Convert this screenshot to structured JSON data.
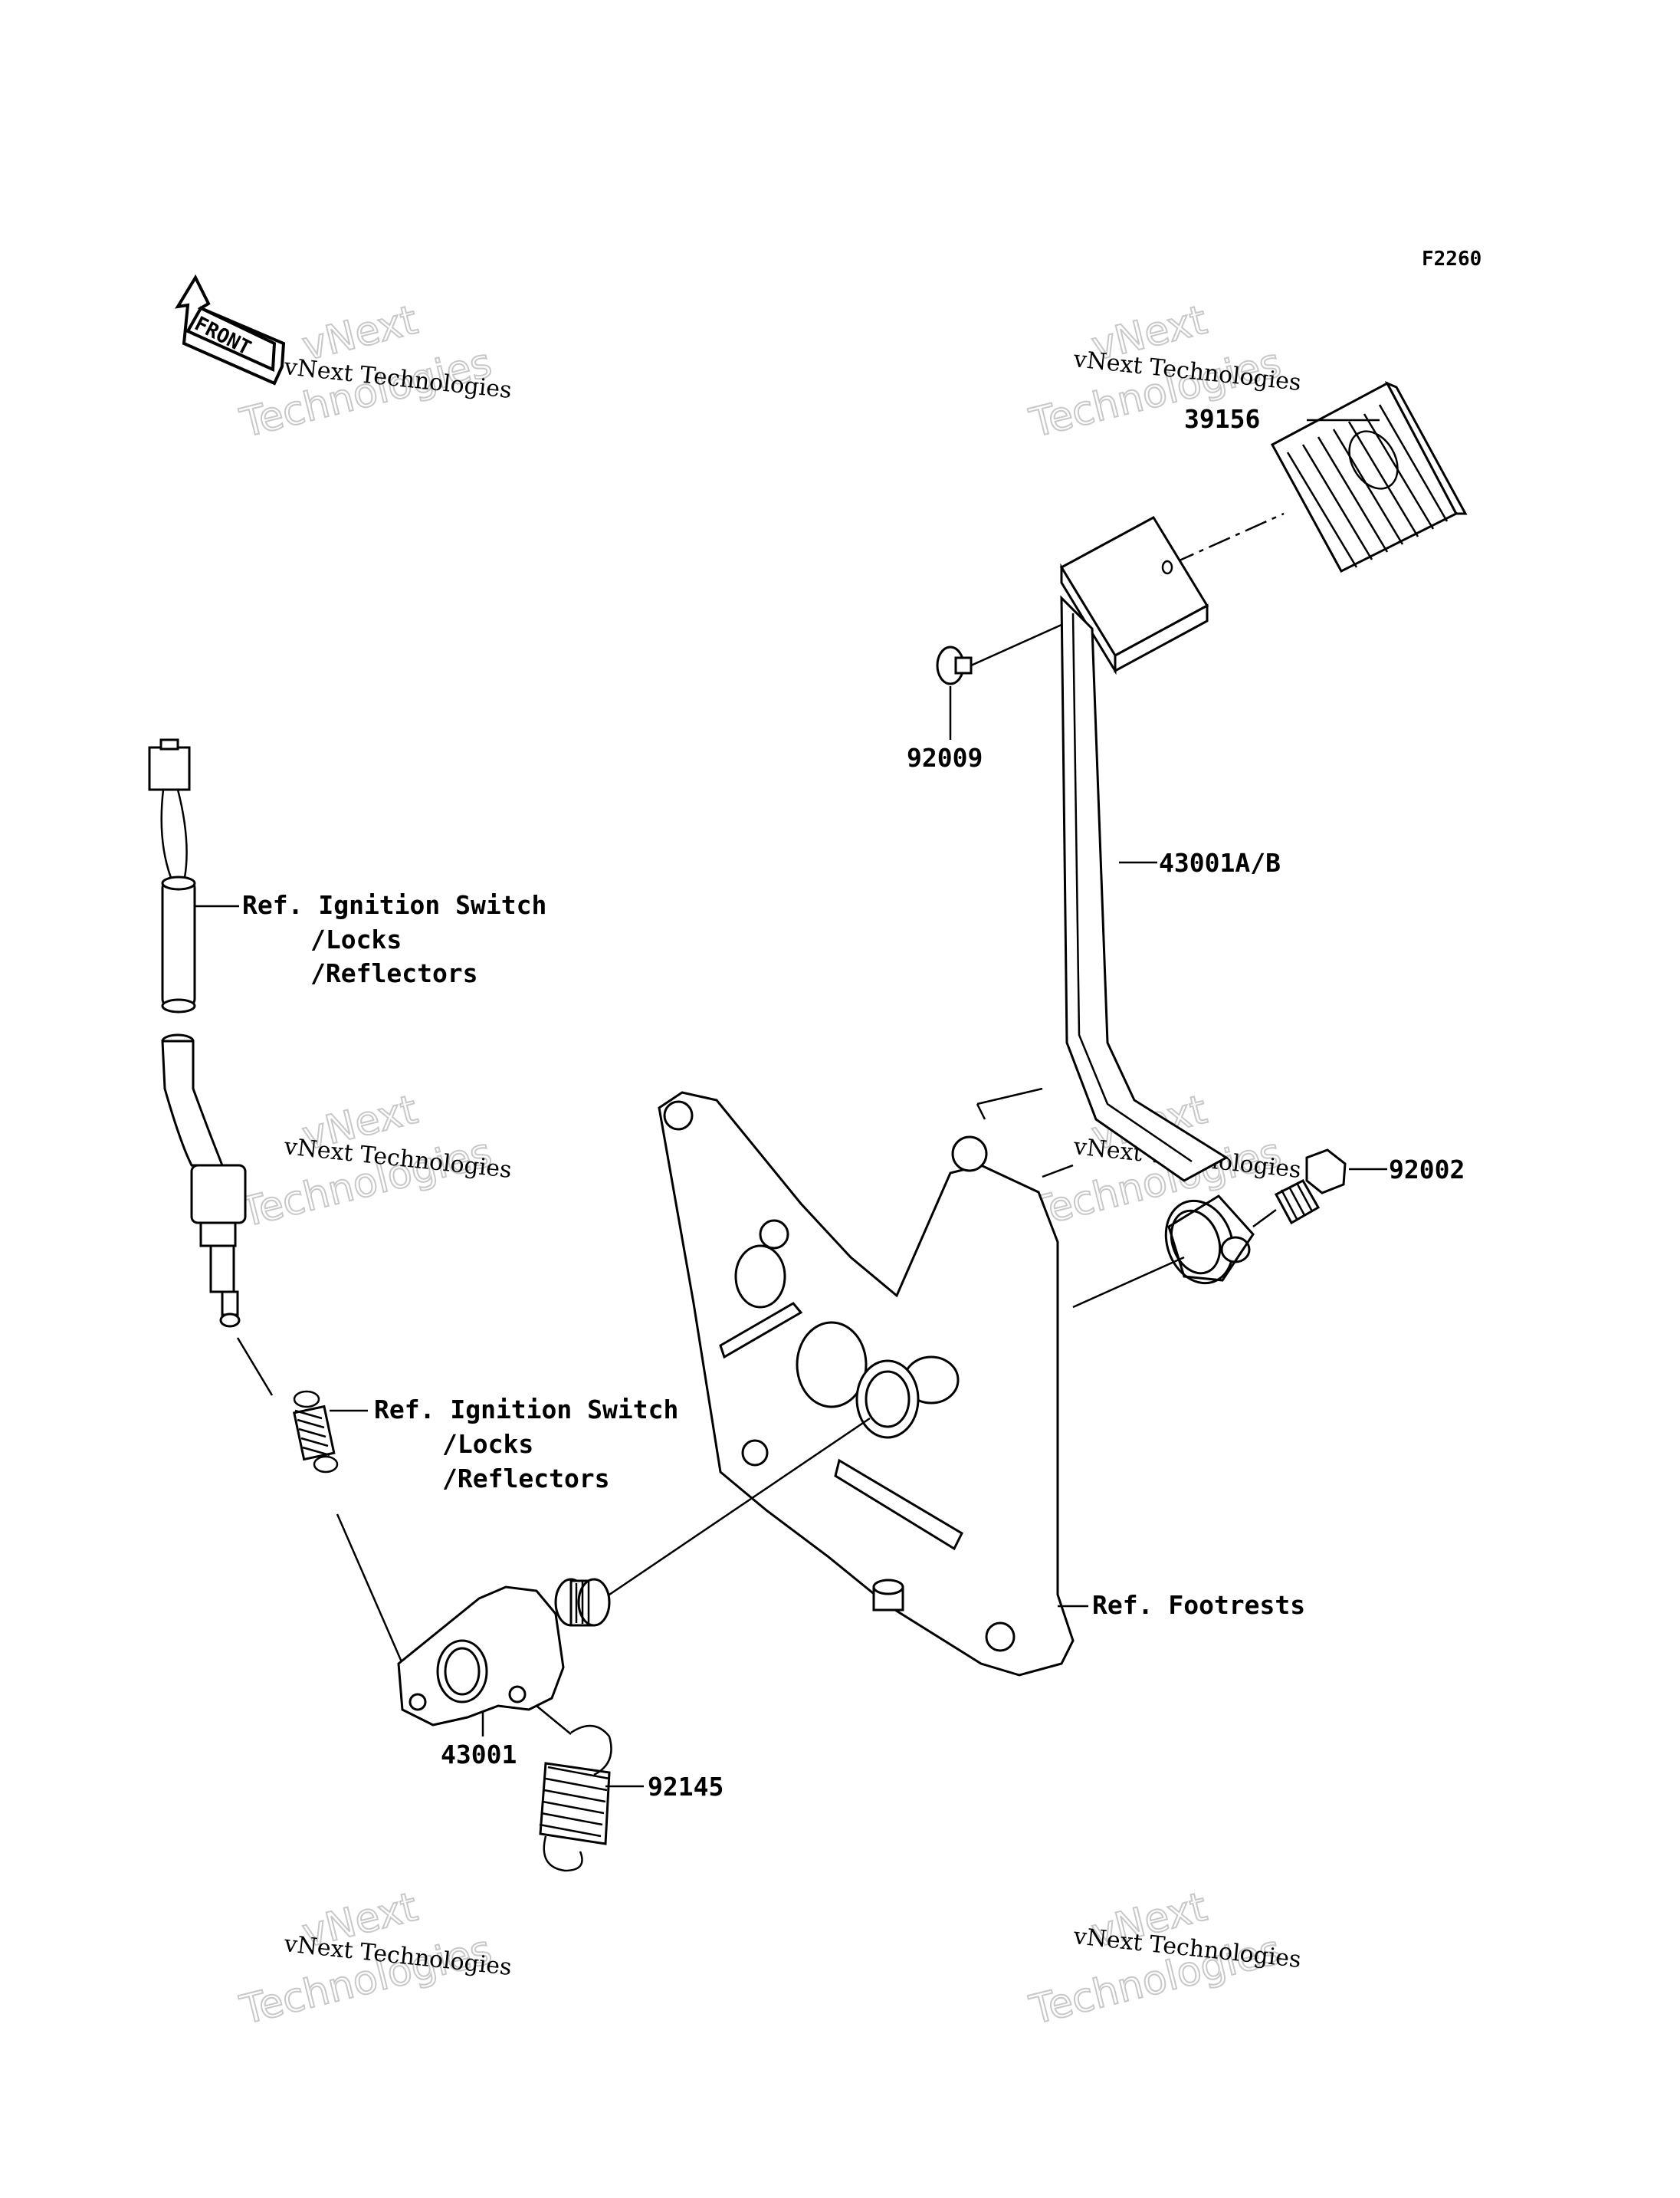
{
  "diagram_code": "F2260",
  "front_marker": "FRONT",
  "watermark": {
    "line1": "vNext Technologies",
    "line2": "vNext Technologies"
  },
  "labels": {
    "pedal_pad": "39156",
    "washer": "92009",
    "brake_pedal": "43001A/B",
    "bolt": "92002",
    "ref_ignition_1": {
      "line1": "Ref. Ignition Switch",
      "line2": "/Locks",
      "line3": "/Reflectors"
    },
    "ref_ignition_2": {
      "line1": "Ref. Ignition Switch",
      "line2": "/Locks",
      "line3": "/Reflectors"
    },
    "ref_footrests": "Ref. Footrests",
    "shaft_arm": "43001",
    "spring": "92145"
  }
}
